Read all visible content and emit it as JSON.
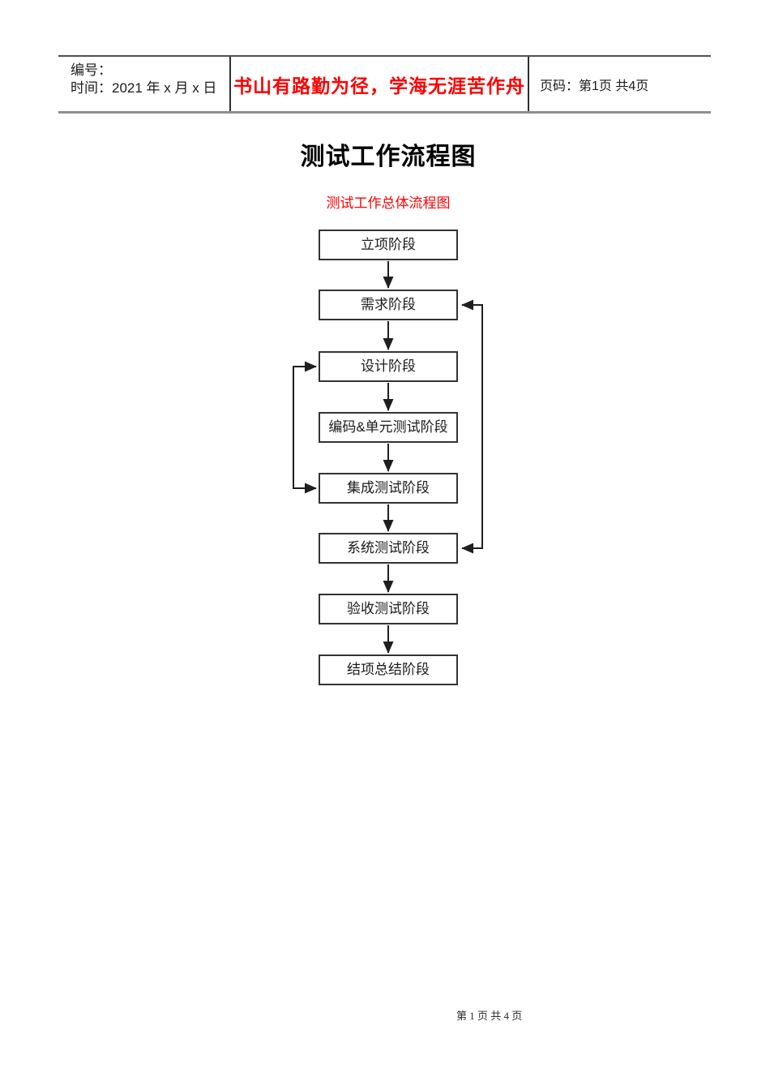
{
  "header": {
    "number_label": "编号：",
    "time_label": "时间：2021 年 x 月 x 日",
    "motto": "书山有路勤为径，学海无涯苦作舟",
    "page_info": "页码：第1页 共4页"
  },
  "title": "测试工作流程图",
  "subtitle": "测试工作总体流程图",
  "flowchart": {
    "nodes": [
      "立项阶段",
      "需求阶段",
      "设计阶段",
      "编码&单元测试阶段",
      "集成测试阶段",
      "系统测试阶段",
      "验收测试阶段",
      "结项总结阶段"
    ],
    "edges": [
      {
        "from": "立项阶段",
        "to": "需求阶段",
        "type": "down-arrow"
      },
      {
        "from": "需求阶段",
        "to": "设计阶段",
        "type": "down-arrow"
      },
      {
        "from": "设计阶段",
        "to": "编码&单元测试阶段",
        "type": "down-arrow"
      },
      {
        "from": "编码&单元测试阶段",
        "to": "集成测试阶段",
        "type": "down-arrow"
      },
      {
        "from": "集成测试阶段",
        "to": "系统测试阶段",
        "type": "down-arrow"
      },
      {
        "from": "系统测试阶段",
        "to": "验收测试阶段",
        "type": "down-arrow"
      },
      {
        "from": "验收测试阶段",
        "to": "结项总结阶段",
        "type": "down-arrow"
      },
      {
        "between": [
          "设计阶段",
          "集成测试阶段"
        ],
        "type": "double-arrow-loop",
        "side": "left"
      },
      {
        "between": [
          "需求阶段",
          "系统测试阶段"
        ],
        "type": "double-arrow-loop",
        "side": "right"
      }
    ]
  },
  "footer": "第 1 页 共 4 页",
  "colors": {
    "accent_red": "#fe0000",
    "box_border": "#333333",
    "connector_line": "#1f1f1f",
    "header_top_rule": "#4f4f4f",
    "header_bottom_rule": "#8f8f8f"
  }
}
